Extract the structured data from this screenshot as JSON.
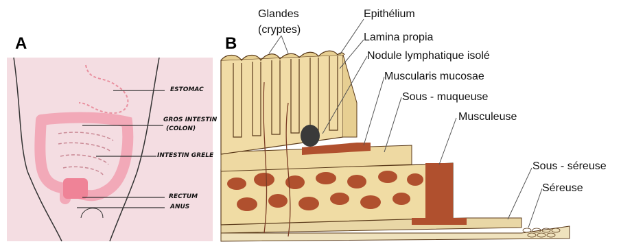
{
  "panel_a": {
    "letter": "A",
    "labels": {
      "estomac": "ESTOMAC",
      "gros_intestin": "GROS INTESTIN",
      "colon": "(COLON)",
      "intestin_grele": "INTESTIN GRELE",
      "rectum": "RECTUM",
      "anus": "ANUS"
    },
    "colors": {
      "background": "#f4dde2",
      "colon": "#f2a9b8",
      "rectum": "#ef8397"
    }
  },
  "panel_b": {
    "letter": "B",
    "labels": {
      "glandes": "Glandes",
      "cryptes": "(cryptes)",
      "epithelium": "Epithélium",
      "lamina_propia": "Lamina propia",
      "nodule": "Nodule lymphatique isolé",
      "muscularis": "Muscularis mucosae",
      "sous_muqueuse": "Sous - muqueuse",
      "musculeuse": "Musculeuse",
      "sous_sereuse": "Sous - séreuse",
      "sereuse": "Séreuse"
    },
    "colors": {
      "mucosa": "#f1dca6",
      "muscle": "#b0502e",
      "outline": "#5a3a1a"
    }
  }
}
